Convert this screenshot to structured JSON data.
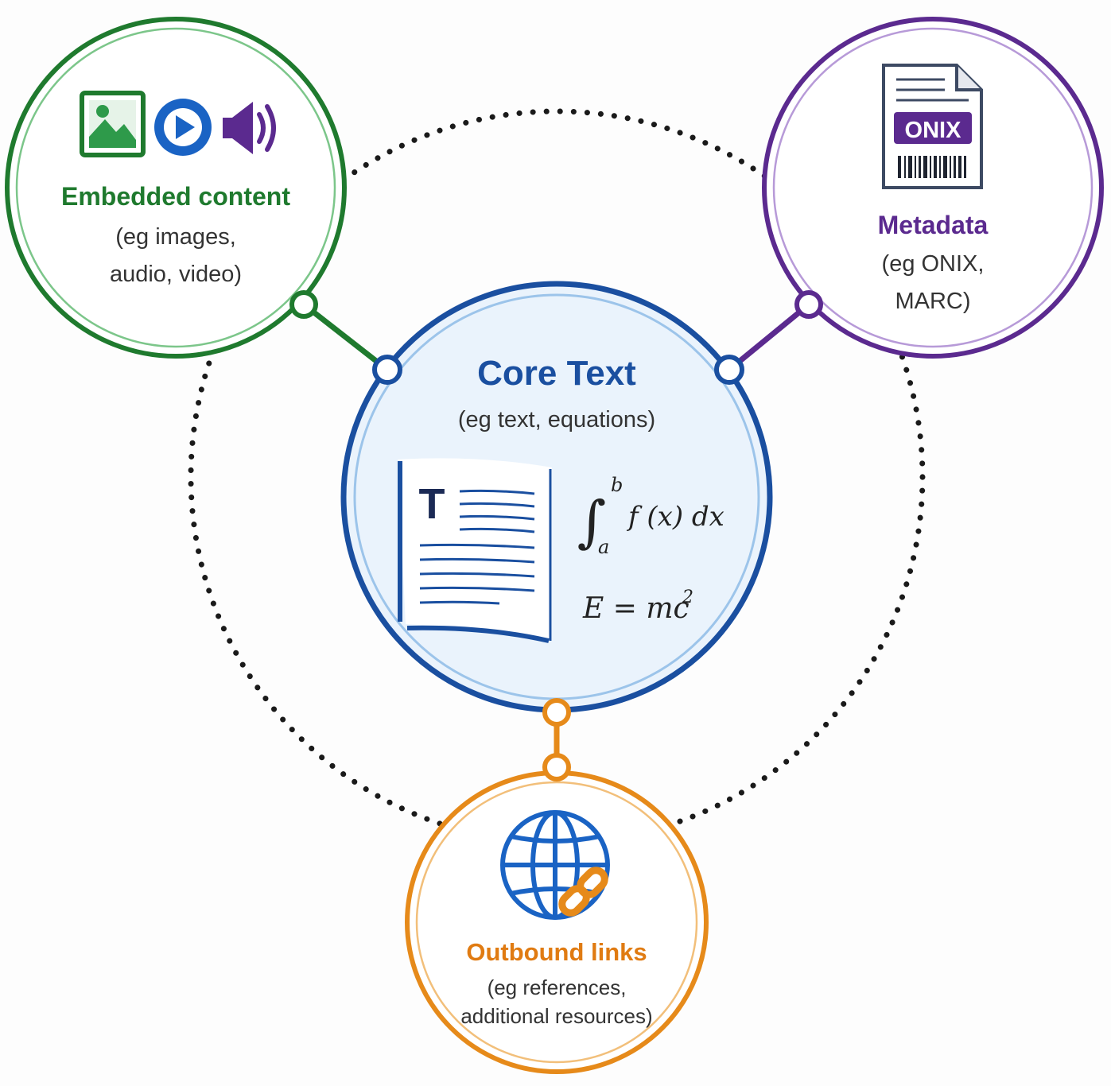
{
  "colors": {
    "embedded": "#1f7a2e",
    "embedded_light": "#7cc68a",
    "metadata": "#5b2a8f",
    "metadata_light": "#b79ad8",
    "core": "#1a4fa0",
    "core_light": "#9cc4ea",
    "core_fill": "#e8f2fb",
    "links": "#e68a1a",
    "links_light": "#f2bf7a",
    "dots": "#1a1a1a"
  },
  "nodes": {
    "embedded": {
      "title": "Embedded content",
      "sub_line1": "(eg images,",
      "sub_line2": "audio, video)",
      "icons": [
        "image-icon",
        "play-icon",
        "speaker-icon"
      ]
    },
    "metadata": {
      "title": "Metadata",
      "sub_line1": "(eg ONIX,",
      "sub_line2": "MARC)",
      "icon": "document-icon",
      "doc_label": "ONIX"
    },
    "core": {
      "title": "Core Text",
      "sub_line1": "(eg text, equations)",
      "icon": "book-icon",
      "book_letter": "T",
      "integral_upper": "b",
      "integral_lower": "a",
      "integral_body": "f (x) dx",
      "equation_main": "E = mc",
      "equation_sup": "2"
    },
    "links": {
      "title": "Outbound links",
      "sub_line1": "(eg references,",
      "sub_line2": "additional resources)",
      "icon": "globe-link-icon"
    }
  }
}
